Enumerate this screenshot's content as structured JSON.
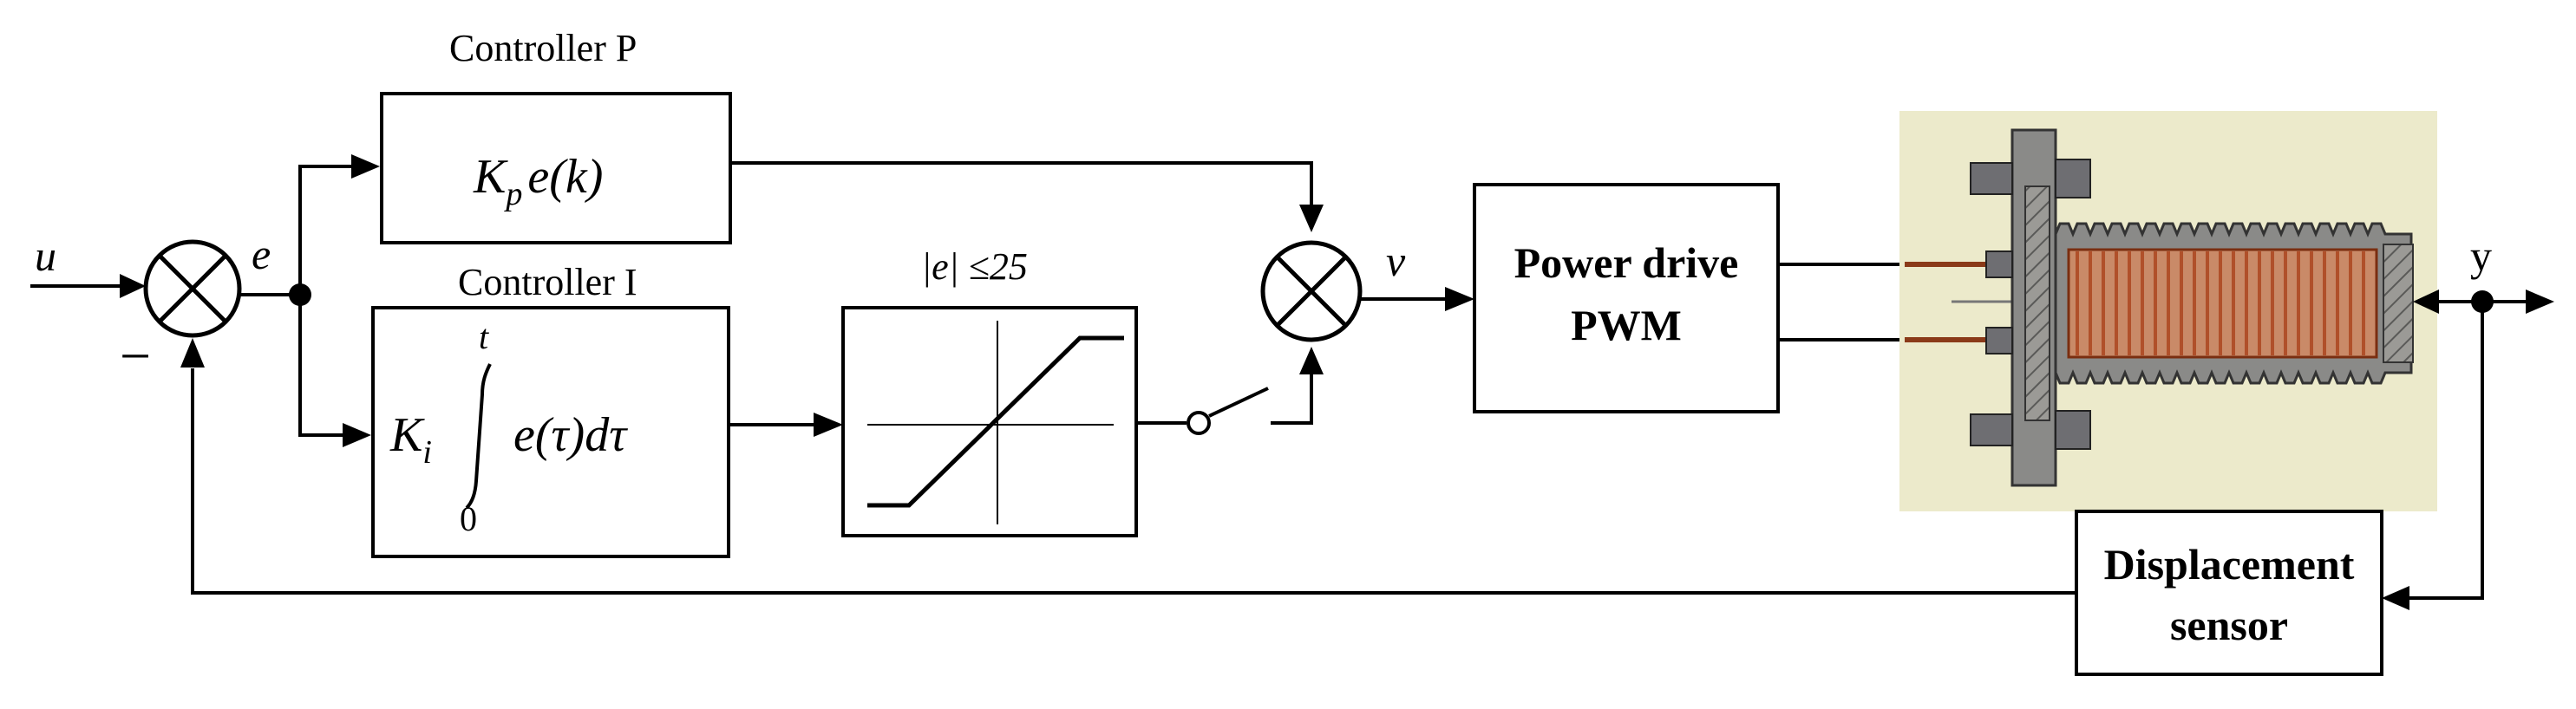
{
  "signals": {
    "input": "u",
    "error": "e",
    "feedback_sign": "−",
    "sum_out": "v",
    "output": "y"
  },
  "controller_p": {
    "title": "Controller P",
    "k": "K",
    "k_sub": "p",
    "expr": "e(k)"
  },
  "controller_i": {
    "title": "Controller I",
    "k": "K",
    "k_sub": "i",
    "upper": "t",
    "lower": "0",
    "expr": "e(τ)dτ"
  },
  "limiter": {
    "label": "|e| ≤25"
  },
  "power_drive": {
    "line1": "Power drive",
    "line2": "PWM"
  },
  "sensor": {
    "line1": "Displacement",
    "line2": "sensor"
  },
  "colors": {
    "actuator_bg": "#eceacb",
    "housing": "#8a8a88",
    "coil": "#b0502a",
    "bolt": "#6e6e72"
  }
}
